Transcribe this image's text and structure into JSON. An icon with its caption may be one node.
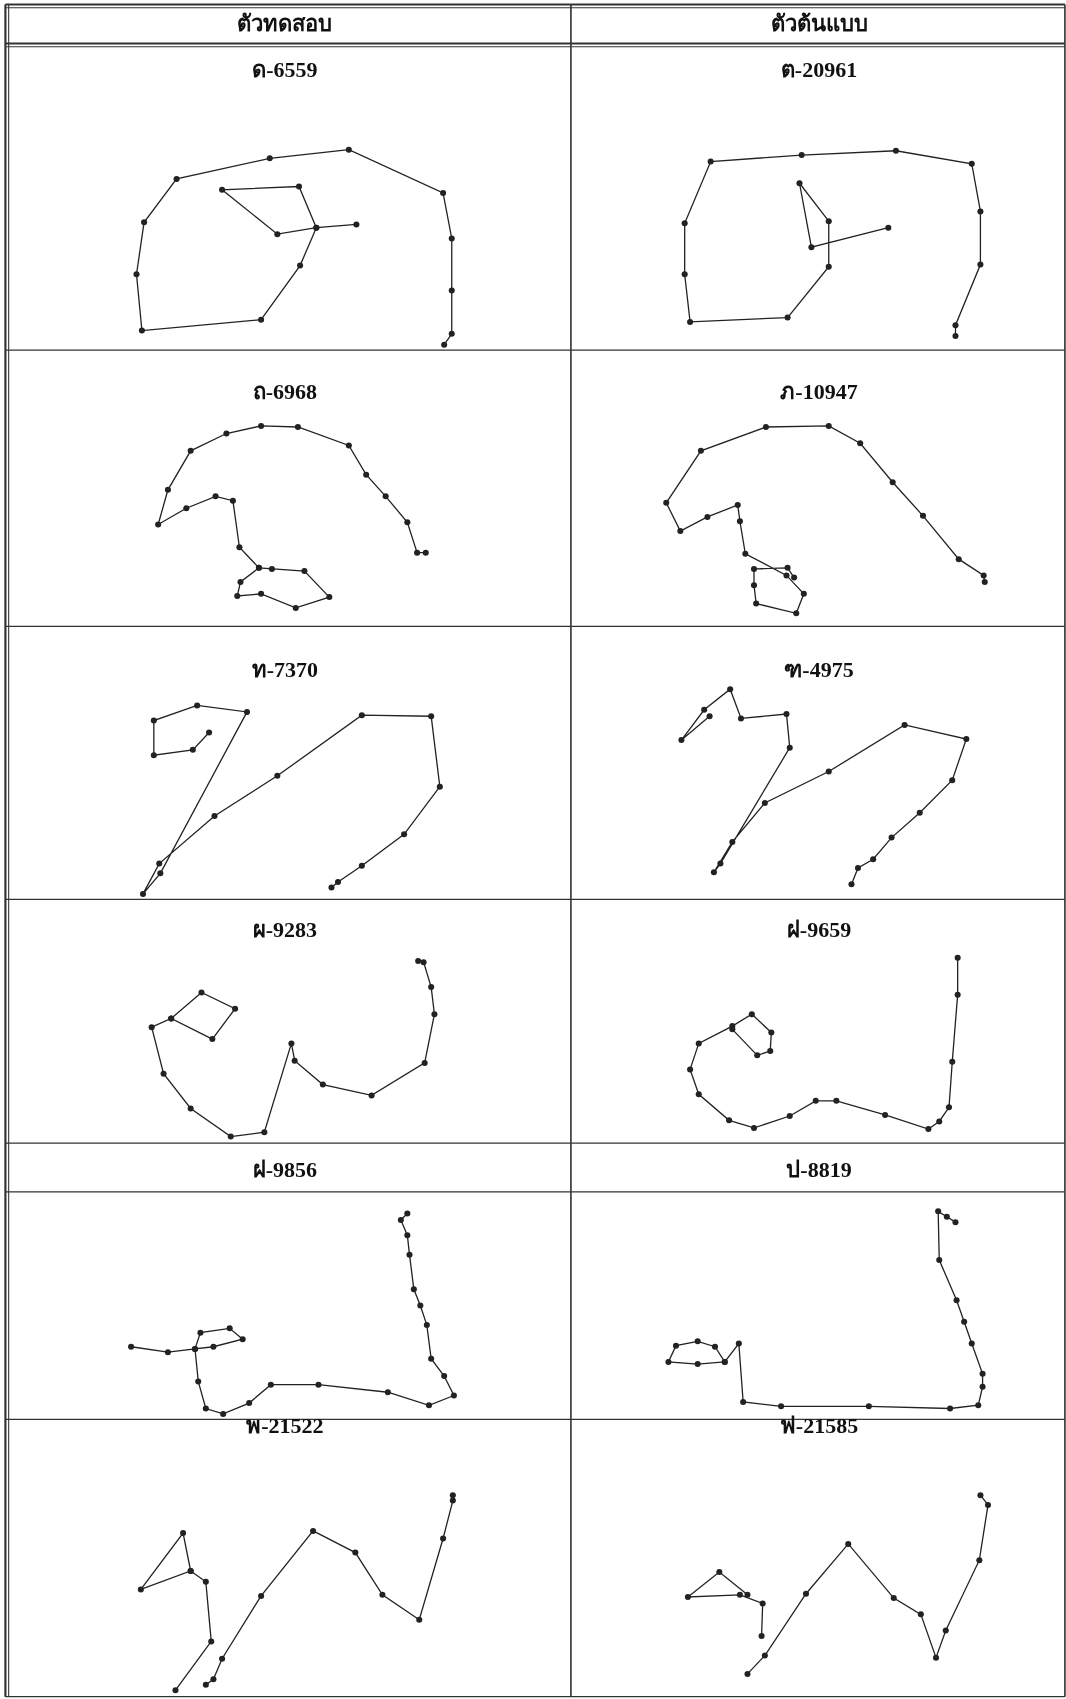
{
  "diagram": {
    "labels": [
      "ตัวทดสอบ",
      "ตัวต้นแบบ",
      "ด-6559",
      "ต-20961",
      "ถ-6968",
      "ภ-10947",
      "ท-7370",
      "ฑ-4975",
      "ผ-9283",
      "ฝ-9659",
      "ฝ-9856",
      "ป-8819",
      "พ-21522",
      "ฟ-21585"
    ]
  }
}
